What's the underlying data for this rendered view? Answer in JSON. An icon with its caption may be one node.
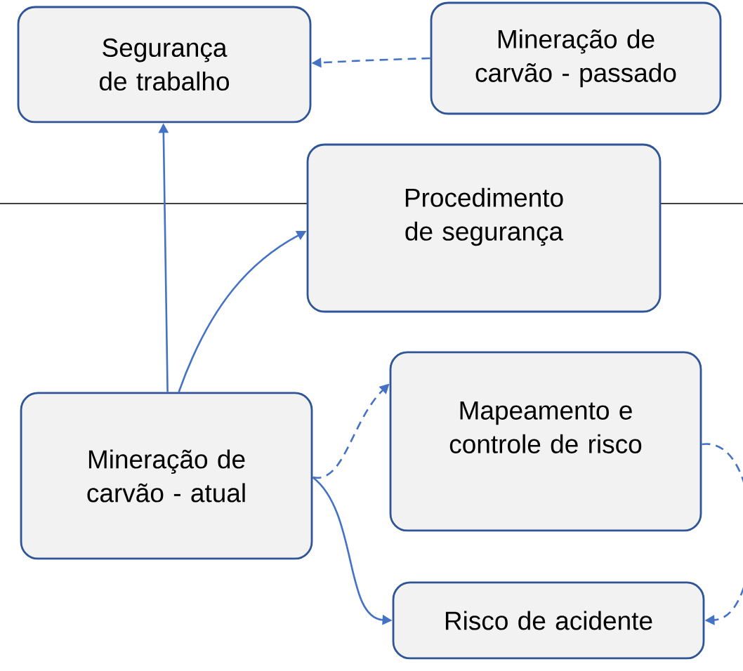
{
  "diagram": {
    "nodes": [
      {
        "text": [
          "Segurança de trabalho"
        ]
      },
      {
        "text": [
          "Mineração de carvão - passado"
        ]
      },
      {
        "text": [
          "Procedimento de segurança"
        ]
      },
      {
        "text": [
          "Mineração de carvão - atual"
        ]
      },
      {
        "text": [
          "Mapeamento e controle de risco"
        ]
      },
      {
        "text": [
          "Risco de acidente"
        ]
      }
    ],
    "edges": [
      {
        "from": 1,
        "to": 0,
        "arrow": "to",
        "style": "dashed"
      },
      {
        "from": 3,
        "to": 0,
        "arrow": "to"
      },
      {
        "from": 3,
        "to": 2,
        "arrow": "to"
      },
      {
        "from": 3,
        "to": 4,
        "arrow": "to",
        "style": "dashed"
      },
      {
        "from": 3,
        "to": 5,
        "arrow": "to"
      },
      {
        "from": 4,
        "to": 5,
        "arrow": "to",
        "style": "dashed"
      }
    ]
  }
}
